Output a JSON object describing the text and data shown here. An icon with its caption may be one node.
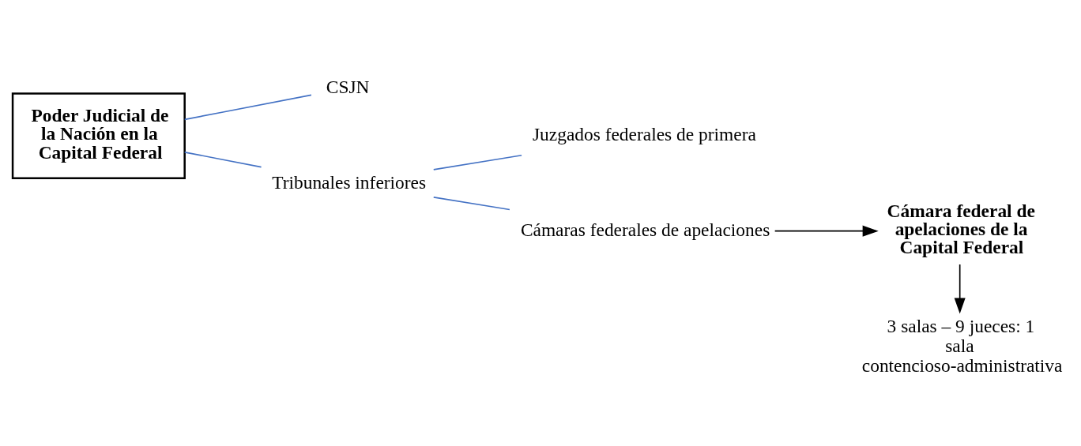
{
  "diagram": {
    "nodes": [
      {
        "text": [
          "Poder Judicial de la Nación en la Capital Federal"
        ]
      },
      {
        "text": [
          "CSJN"
        ]
      },
      {
        "text": [
          "Tribunales inferiores"
        ]
      },
      {
        "text": [
          "Juzgados federales de primera"
        ]
      },
      {
        "text": [
          "Cámaras federales de apelaciones"
        ]
      },
      {
        "text": [
          "Cámara federal de apelaciones de la Capital Federal"
        ]
      },
      {
        "text": [
          "3 salas – 9 jueces: 1 sala contencioso-administrativa"
        ]
      }
    ],
    "edges": [
      {
        "from": 0,
        "to": 1,
        "arrow": "none"
      },
      {
        "from": 0,
        "to": 2,
        "arrow": "none"
      },
      {
        "from": 2,
        "to": 3,
        "arrow": "none"
      },
      {
        "from": 2,
        "to": 4,
        "arrow": "none"
      },
      {
        "from": 4,
        "to": 5,
        "arrow": "to",
        "color": "#000000"
      },
      {
        "from": 5,
        "to": 6,
        "arrow": "to",
        "color": "#000000"
      }
    ]
  }
}
